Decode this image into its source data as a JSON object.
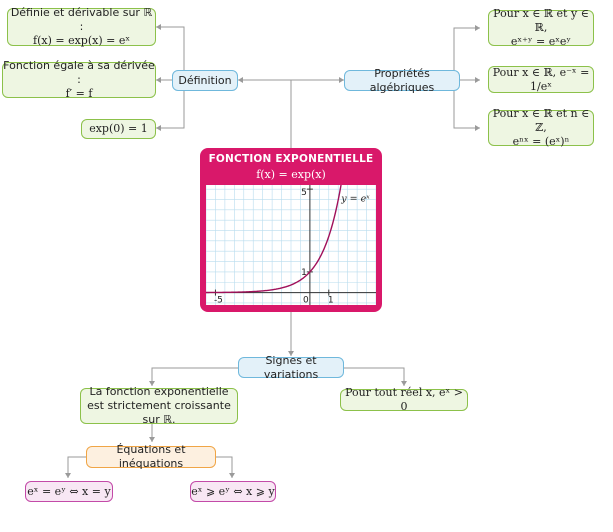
{
  "center": {
    "title": "FONCTION EXPONENTIELLE",
    "subtitle": "f(x) = exp(x)"
  },
  "definition": {
    "label": "Définition",
    "items": [
      {
        "line1": "Définie et dérivable sur ℝ :",
        "line2": "f(x) = exp(x) = eˣ"
      },
      {
        "line1": "Fonction égale à sa dérivée :",
        "line2": "f′ = f"
      },
      {
        "line1": "exp(0) = 1",
        "line2": ""
      }
    ]
  },
  "properties": {
    "label": "Propriétés algébriques",
    "items": [
      {
        "line1": "Pour x ∈ ℝ et y ∈ ℝ,",
        "line2": "eˣ⁺ʸ = eˣeʸ"
      },
      {
        "line1": "Pour x ∈ ℝ, e⁻ˣ = 1/eˣ",
        "line2": ""
      },
      {
        "line1": "Pour x ∈ ℝ et n ∈ ℤ,",
        "line2": "eⁿˣ = (eˣ)ⁿ"
      }
    ]
  },
  "signs": {
    "label": "Signes et variations",
    "croissante": "La fonction exponentielle est strictement croissante sur ℝ.",
    "positive": "Pour tout réel x, eˣ > 0"
  },
  "equations": {
    "label": "Équations et inéquations",
    "equality": "eˣ = eʸ ⇔ x = y",
    "inequality": "eˣ ⩾ eʸ ⇔ x ⩾ y"
  },
  "chart_data": {
    "type": "line",
    "function": "exp",
    "series": [
      {
        "name": "y = eˣ",
        "x": [
          -5,
          -4,
          -3,
          -2,
          -1,
          -0.5,
          0,
          0.5,
          1,
          1.5
        ],
        "y": [
          0.0067,
          0.018,
          0.05,
          0.135,
          0.368,
          0.607,
          1,
          1.649,
          2.718,
          4.482
        ]
      }
    ],
    "xlim": [
      -5.5,
      3.5
    ],
    "ylim": [
      -0.6,
      5.2
    ],
    "xticks": [
      "-5",
      "0",
      "1"
    ],
    "yticks": [
      "1",
      "5"
    ],
    "curve_label": "y = eˣ",
    "grid": true,
    "colors": {
      "curve": "#a0105a",
      "grid": "#b9dcee",
      "card": "#d9186a"
    }
  }
}
